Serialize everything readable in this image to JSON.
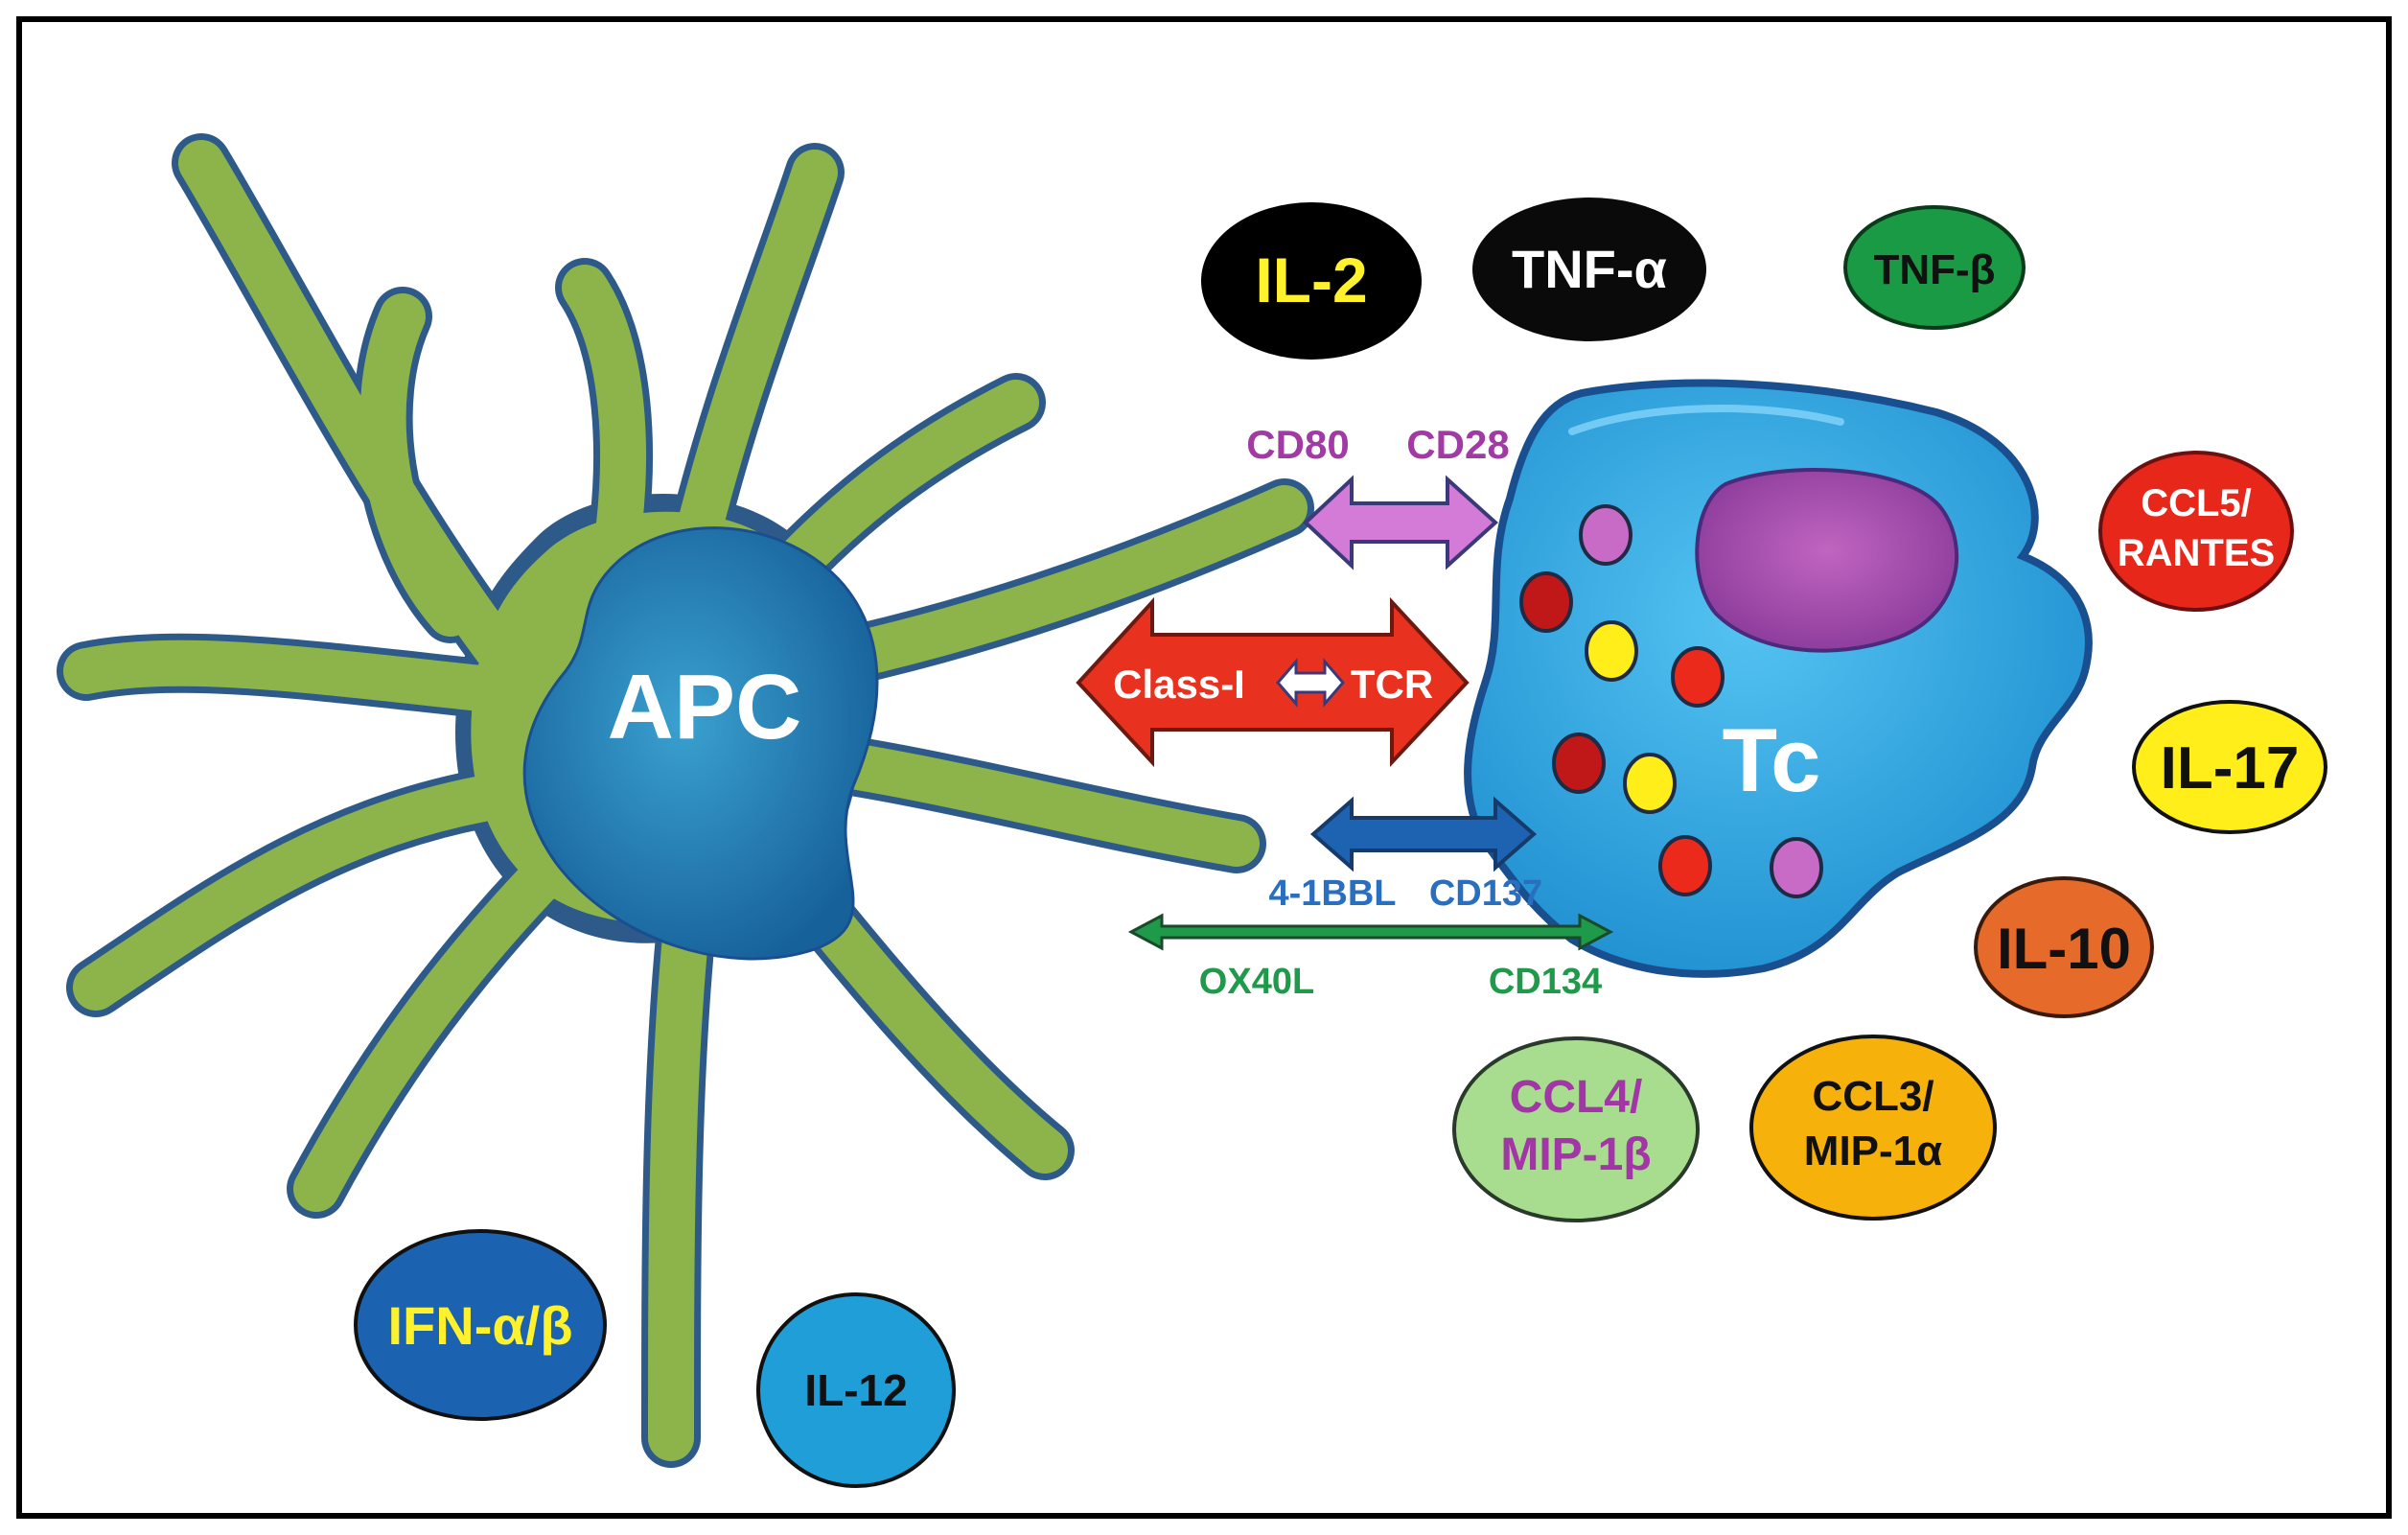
{
  "cells": {
    "apc": {
      "label": "APC",
      "body_color": "#8db44b",
      "outline_color": "#2e5a8a",
      "nucleus_color": "#1f6aa5"
    },
    "tc": {
      "label": "Tc",
      "body_color": "#2aa0dd",
      "outline_color": "#1a4f8f",
      "nucleus_color": "#9a3f9e"
    }
  },
  "interactions": [
    {
      "id": "cd80-cd28",
      "left_label": "CD80",
      "right_label": "CD28",
      "color": "#d37bd6",
      "label_color": "#a23aa6"
    },
    {
      "id": "class1-tcr",
      "left_label": "Class-I",
      "right_label": "TCR",
      "color": "#e8321f",
      "label_color": "#ffffff"
    },
    {
      "id": "41bbl-cd137",
      "left_label": "4-1BBL",
      "right_label": "CD137",
      "color": "#1e63b2",
      "label_color": "#2a6fbf"
    },
    {
      "id": "ox40l-cd134",
      "left_label": "OX40L",
      "right_label": "CD134",
      "color": "#1e9a4a",
      "label_color": "#1e9a4a"
    }
  ],
  "cytokines": [
    {
      "id": "il2",
      "lines": [
        "IL-2"
      ],
      "fill": "#000000",
      "text": "#fff12b"
    },
    {
      "id": "tnfa",
      "lines": [
        "TNF-α"
      ],
      "fill": "#0a0a0a",
      "text": "#ffffff"
    },
    {
      "id": "tnfb",
      "lines": [
        "TNF-β"
      ],
      "fill": "#1a9a45",
      "text": "#111111"
    },
    {
      "id": "ccl5",
      "lines": [
        "CCL5/",
        "RANTES"
      ],
      "fill": "#e8271b",
      "text": "#ffffff"
    },
    {
      "id": "il17",
      "lines": [
        "IL-17"
      ],
      "fill": "#ffee1a",
      "text": "#111111"
    },
    {
      "id": "il10",
      "lines": [
        "IL-10"
      ],
      "fill": "#e66a2a",
      "text": "#111111"
    },
    {
      "id": "ccl4",
      "lines": [
        "CCL4/",
        "MIP-1β"
      ],
      "fill": "#a8dd90",
      "text": "#a236a6"
    },
    {
      "id": "ccl3",
      "lines": [
        "CCL3/",
        "MIP-1α"
      ],
      "fill": "#f6b20b",
      "text": "#111111"
    },
    {
      "id": "ifn",
      "lines": [
        "IFN-α/β"
      ],
      "fill": "#1b62b0",
      "text": "#fff12b"
    },
    {
      "id": "il12",
      "lines": [
        "IL-12"
      ],
      "fill": "#1f9ed8",
      "text": "#111111"
    }
  ]
}
